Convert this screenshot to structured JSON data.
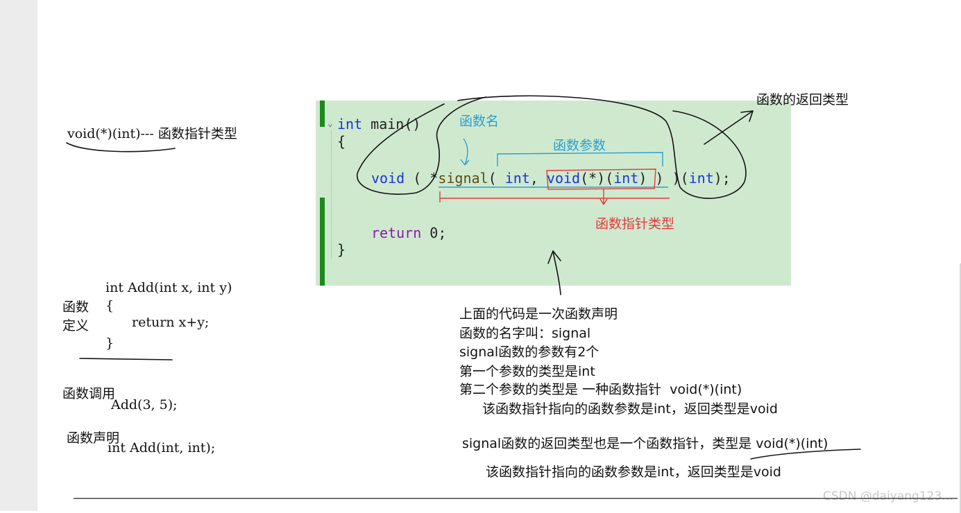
{
  "left_notes": {
    "fptr_type_code": "void(*)(int)---",
    "fptr_type_label": "函数指针类型",
    "def_label_1": "函数",
    "def_label_2": "定义",
    "def_line_1": "int Add(int x, int y)",
    "def_line_2": "{",
    "def_line_3": "return x+y;",
    "def_line_4": "}",
    "call_label": "函数调用",
    "call_code": "Add(3, 5);",
    "decl_label": "函数声明",
    "decl_code": "int Add(int, int);"
  },
  "code": {
    "line1_kw": "int",
    "line1_rest": " main()",
    "line2": "{",
    "line3_void": "void",
    "line3_open": " ( *",
    "line3_fn": "signal",
    "line3_p1": "( ",
    "line3_int1": "int",
    "line3_comma": ", ",
    "line3_void2": "void",
    "line3_mid": "(*)(",
    "line3_int2": "int",
    "line3_close": ") ) )(",
    "line3_int3": "int",
    "line3_end": ");",
    "line4_kw": "return",
    "line4_rest": " 0;",
    "line5": "}",
    "fold_marker": "⌄"
  },
  "annotations": {
    "fn_name": "函数名",
    "fn_params": "函数参数",
    "fn_ptr_type": "函数指针类型",
    "return_type": "函数的返回类型"
  },
  "explanation": {
    "l1": "上面的代码是一次函数声明",
    "l2": "函数的名字叫：signal",
    "l3": "signal函数的参数有2个",
    "l4": "第一个参数的类型是int",
    "l5": "第二个参数的类型是 一种函数指针  void(*)(int)",
    "l6": "该函数指针指向的函数参数是int，返回类型是void",
    "l7": "signal函数的返回类型也是一个函数指针，类型是 void(*)(int)",
    "l8": "该函数指针指向的函数参数是int，返回类型是void"
  },
  "watermark": "CSDN @daiyang123...",
  "colors": {
    "code_bg": "#cfe9cf",
    "keyword_blue": "#1a35d6",
    "keyword_purple": "#8a1aa8",
    "annotation_blue": "#2a9fd0",
    "annotation_red": "#e33a3a"
  }
}
